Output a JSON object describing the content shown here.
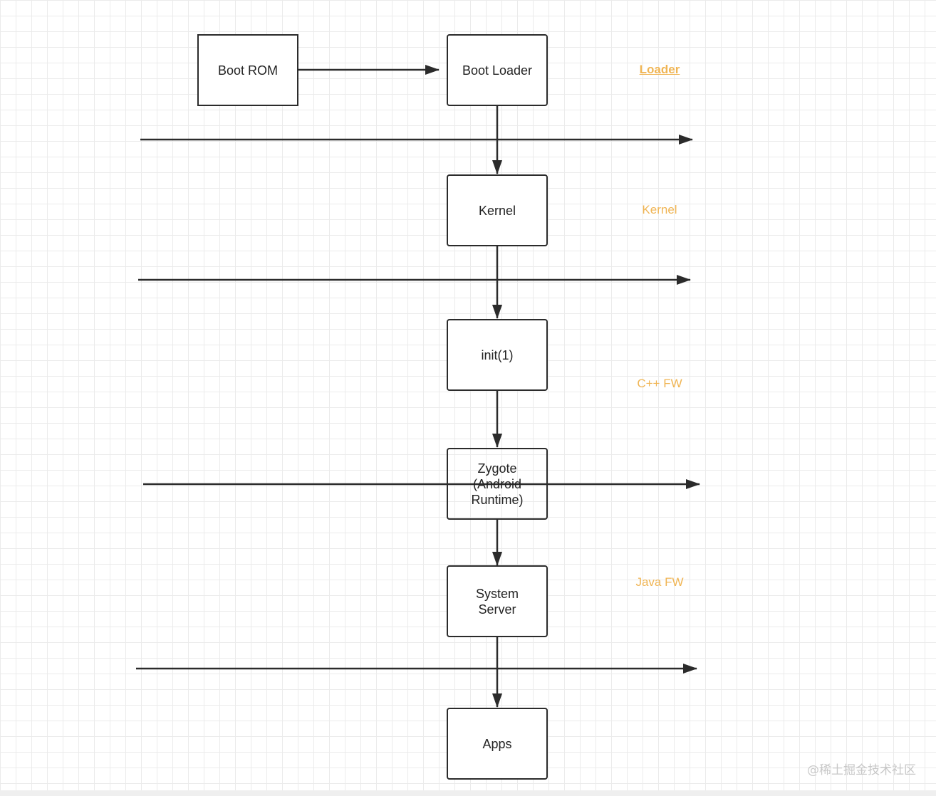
{
  "diagram": {
    "nodes": {
      "boot_rom": "Boot ROM",
      "boot_loader": "Boot Loader",
      "kernel": "Kernel",
      "init": "init(1)",
      "zygote": "Zygote\n(Android\nRuntime)",
      "system_server": "System\nServer",
      "apps": "Apps"
    },
    "layers": {
      "loader": "Loader",
      "kernel": "Kernel",
      "cpp_fw": "C++ FW",
      "java_fw": "Java FW"
    },
    "edges": [
      [
        "boot_rom",
        "boot_loader"
      ],
      [
        "boot_loader",
        "kernel"
      ],
      [
        "kernel",
        "init"
      ],
      [
        "init",
        "zygote"
      ],
      [
        "zygote",
        "system_server"
      ],
      [
        "system_server",
        "apps"
      ]
    ],
    "colors": {
      "layer_label": "#f0b554",
      "line": "#2b2b2b",
      "grid": "#ebebeb"
    }
  },
  "watermark": "@稀土掘金技术社区"
}
